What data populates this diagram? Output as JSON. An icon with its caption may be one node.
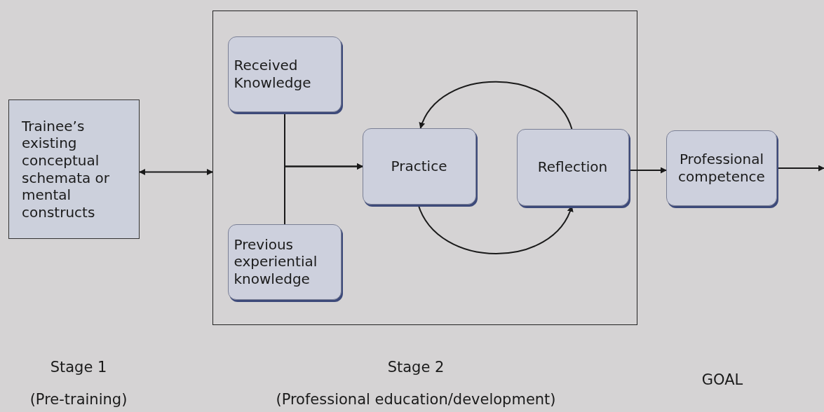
{
  "diagram": {
    "nodes": [
      {
        "text": [
          "Trainee’s existing conceptual schemata or mental constructs"
        ]
      },
      {
        "text": [],
        "shape": "box"
      },
      {
        "text": [
          "Received Knowledge"
        ],
        "in": 1
      },
      {
        "text": [
          "Previous experiential knowledge"
        ],
        "in": 1
      },
      {
        "text": [
          "Practice"
        ],
        "in": 1
      },
      {
        "text": [
          "Reflection"
        ],
        "in": 1
      },
      {
        "text": [
          "Professional competence"
        ]
      }
    ],
    "edges": [
      {
        "from": 0,
        "to": 1,
        "arrow": "both"
      },
      {
        "from": 2,
        "to": 4,
        "arrow": "to"
      },
      {
        "from": 3,
        "to": 4,
        "arrow": "to"
      },
      {
        "from": 5,
        "to": 4,
        "arrow": "to"
      },
      {
        "from": 4,
        "to": 5,
        "arrow": "to"
      },
      {
        "from": 5,
        "to": 6,
        "arrow": "to"
      },
      {
        "from": 6,
        "to": null,
        "arrow": "to"
      }
    ],
    "labels": [
      "Stage 1",
      "Stage 2",
      "GOAL",
      "(Pre-training)",
      "(Professional education/development)"
    ]
  }
}
